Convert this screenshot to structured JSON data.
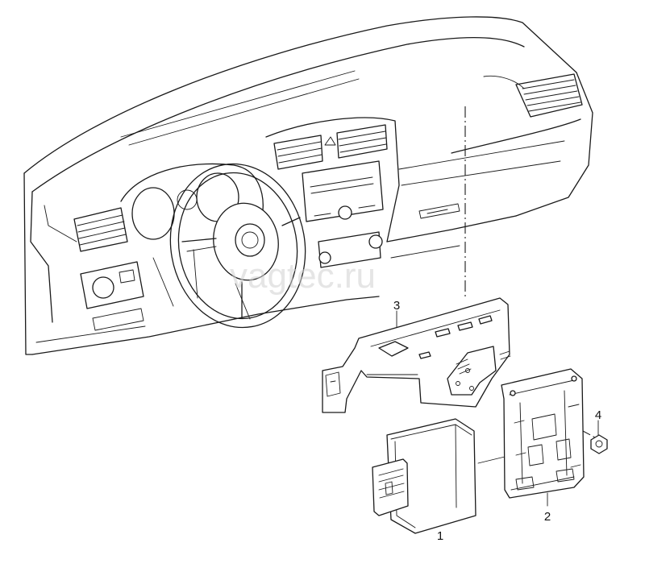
{
  "watermark": "vagtec.ru",
  "callouts": [
    "1",
    "2",
    "3",
    "4"
  ]
}
